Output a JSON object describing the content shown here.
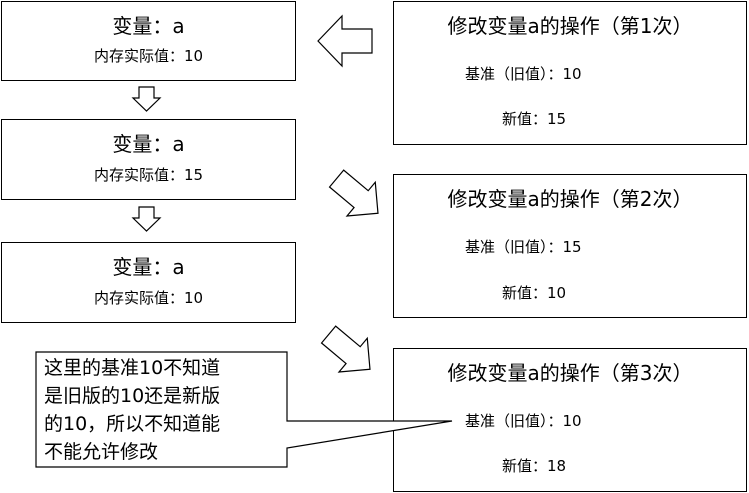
{
  "memory_states": [
    {
      "title": "变量：a",
      "value": "内存实际值：10"
    },
    {
      "title": "变量：a",
      "value": "内存实际值：15"
    },
    {
      "title": "变量：a",
      "value": "内存实际值：10"
    }
  ],
  "operations": [
    {
      "title": "修改变量a的操作（第1次）",
      "base": "基准（旧值）：10",
      "new": "新值：15"
    },
    {
      "title": "修改变量a的操作（第2次）",
      "base": "基准（旧值）：15",
      "new": "新值：10"
    },
    {
      "title": "修改变量a的操作（第3次）",
      "base": "基准（旧值）：10",
      "new": "新值：18"
    }
  ],
  "callout": {
    "lines": [
      "这里的基准10不知道",
      "是旧版的10还是新版",
      "的10，所以不知道能",
      "不能允许修改"
    ]
  }
}
